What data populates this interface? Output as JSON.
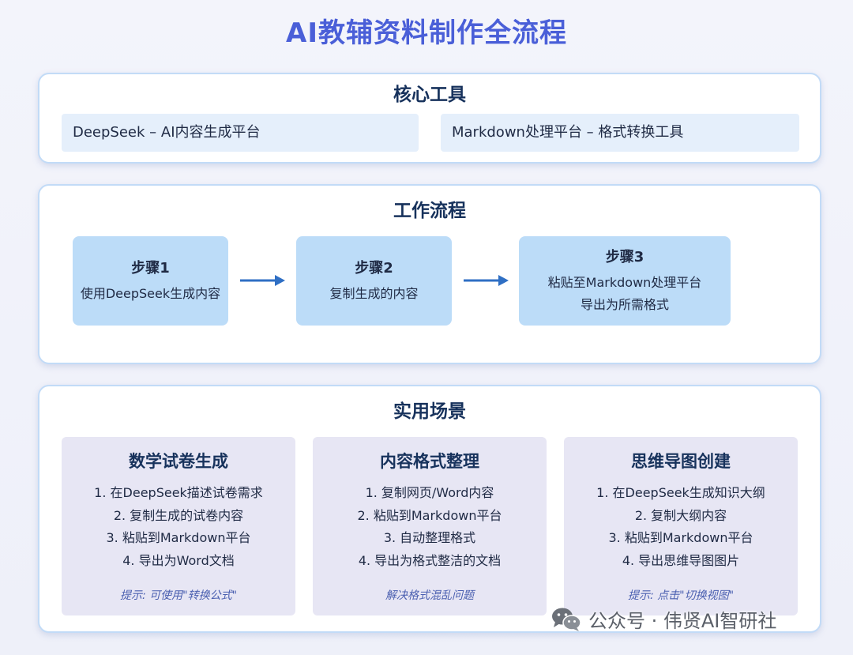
{
  "title": "AI教辅资料制作全流程",
  "tools": {
    "heading": "核心工具",
    "items": [
      "DeepSeek – AI内容生成平台",
      "Markdown处理平台 – 格式转换工具"
    ]
  },
  "workflow": {
    "heading": "工作流程",
    "steps": [
      {
        "title": "步骤1",
        "lines": [
          "使用DeepSeek生成内容"
        ]
      },
      {
        "title": "步骤2",
        "lines": [
          "复制生成的内容"
        ]
      },
      {
        "title": "步骤3",
        "lines": [
          "粘贴至Markdown处理平台",
          "导出为所需格式"
        ]
      }
    ]
  },
  "scenarios": {
    "heading": "实用场景",
    "cards": [
      {
        "title": "数学试卷生成",
        "items": [
          "1. 在DeepSeek描述试卷需求",
          "2. 复制生成的试卷内容",
          "3. 粘贴到Markdown平台",
          "4. 导出为Word文档"
        ],
        "hint": "提示: 可使用\"转换公式\""
      },
      {
        "title": "内容格式整理",
        "items": [
          "1. 复制网页/Word内容",
          "2. 粘贴到Markdown平台",
          "3. 自动整理格式",
          "4. 导出为格式整洁的文档"
        ],
        "hint": "解决格式混乱问题"
      },
      {
        "title": "思维导图创建",
        "items": [
          "1. 在DeepSeek生成知识大纲",
          "2. 复制大纲内容",
          "3. 粘贴到Markdown平台",
          "4. 导出思维导图图片"
        ],
        "hint": "提示: 点击\"切换视图\""
      }
    ]
  },
  "watermark": {
    "text": "公众号 · 伟贤AI智研社",
    "icon": "wechat-icon"
  },
  "colors": {
    "accent": "#4a5fd8",
    "step_fill": "#bcdcf8",
    "arrow": "#2f6fc4",
    "card_fill": "#e7e6f4"
  }
}
